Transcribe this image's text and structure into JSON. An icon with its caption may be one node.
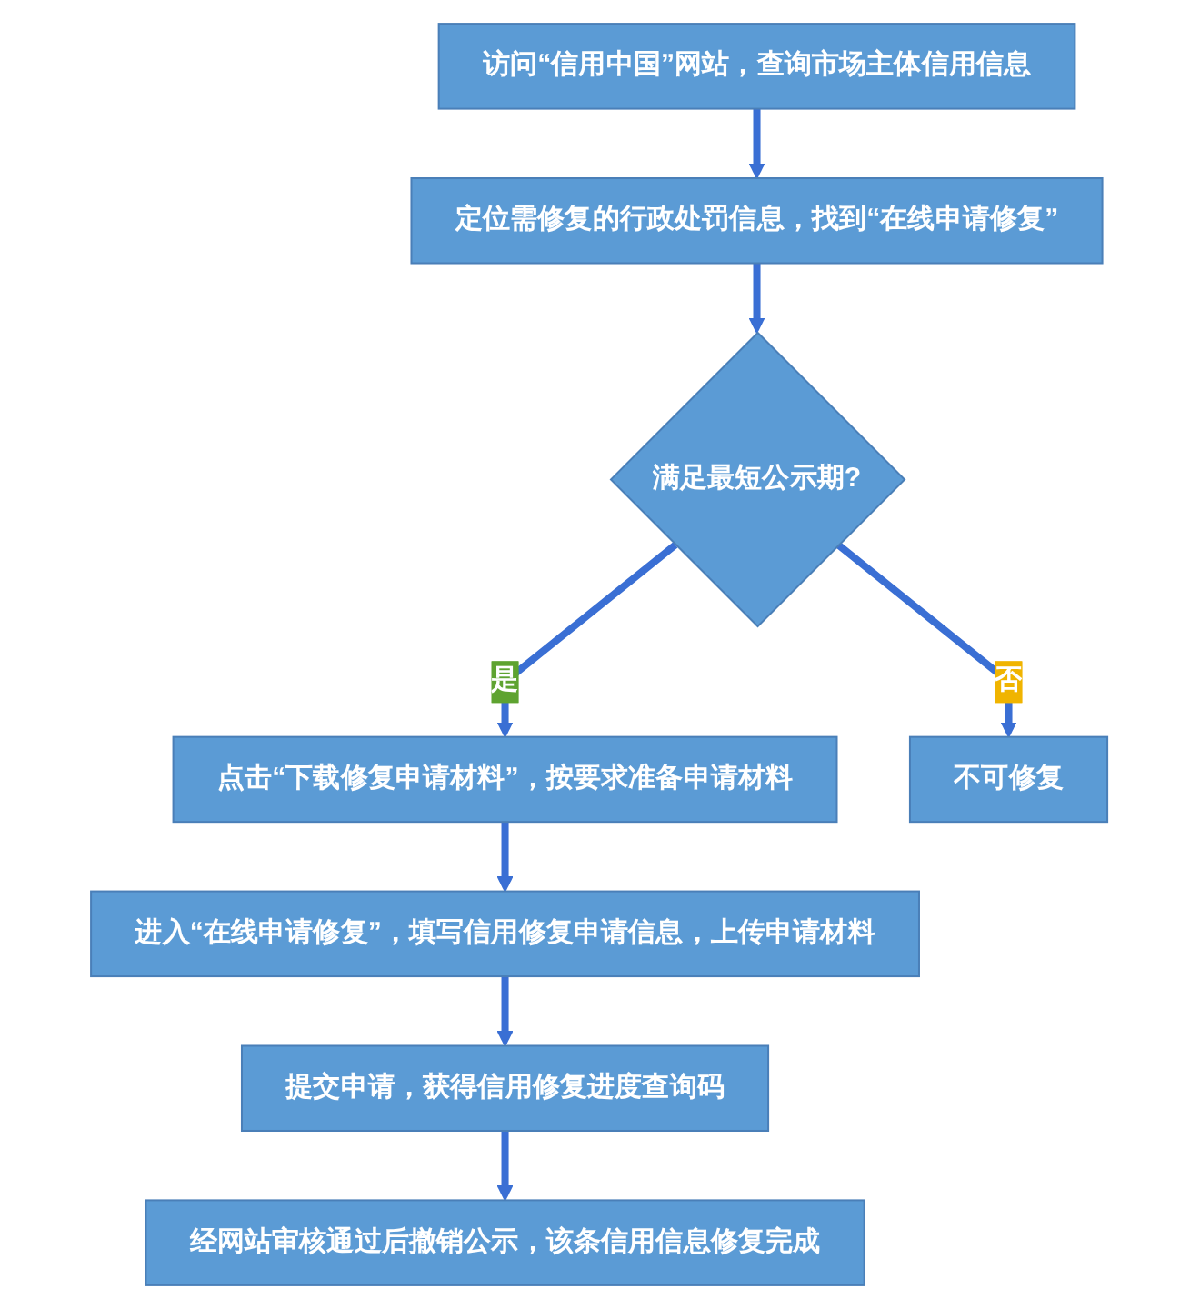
{
  "diagram": {
    "nodes": [
      {
        "text": [
          "访问“信用中国”网站，查询市场主体信用信息"
        ]
      },
      {
        "text": [
          "定位需修复的行政处罚信息，找到“在线申请修复”"
        ]
      },
      {
        "text": [
          "满足最短公示期?"
        ]
      },
      {
        "text": [
          "不可修复"
        ]
      },
      {
        "text": [
          "点击“下载修复申请材料”，按要求准备申请材料"
        ]
      },
      {
        "text": [
          "进入“在线申请修复”，填写信用修复申请信息，上传申请材料"
        ]
      },
      {
        "text": [
          "提交申请，获得信用修复进度查询码"
        ]
      },
      {
        "text": [
          "经网站审核通过后撤销公示，该条信用信息修复完成"
        ]
      }
    ],
    "edges": [
      {
        "from": 0,
        "to": 1,
        "arrow": "to"
      },
      {
        "from": 1,
        "to": 2,
        "arrow": "to"
      },
      {
        "from": 2,
        "to": 3,
        "arrow": "to",
        "label": "否"
      },
      {
        "from": 2,
        "to": 4,
        "arrow": "to",
        "label": "是"
      },
      {
        "from": 4,
        "to": 5,
        "arrow": "to"
      },
      {
        "from": 5,
        "to": 6,
        "arrow": "to"
      },
      {
        "from": 6,
        "to": 7,
        "arrow": "to"
      }
    ]
  }
}
